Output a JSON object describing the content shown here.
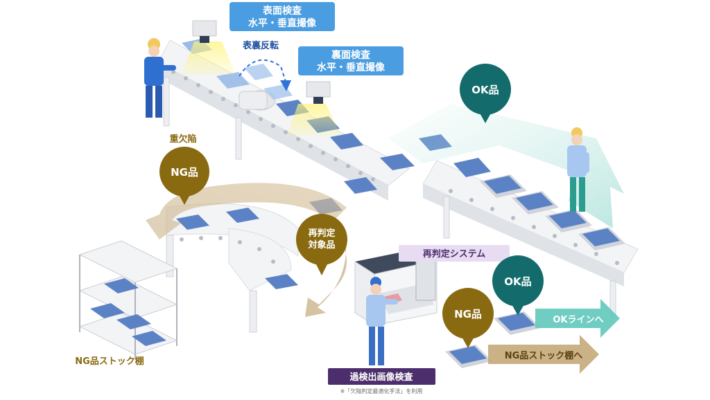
{
  "labels": {
    "front_inspection": [
      "表面検査",
      "水平・垂直撮像"
    ],
    "flip": "表裏反転",
    "back_inspection": [
      "裏面検査",
      "水平・垂直撮像"
    ],
    "ok_top": "OK品",
    "major_defect": "重欠陥",
    "ng_bubble": "NG品",
    "reinspect_target": [
      "再判定",
      "対象品"
    ],
    "reinspect_system": "再判定システム",
    "ok_bottom": "OK品",
    "ng_bottom": "NG品",
    "to_ok_line": "OKラインへ",
    "to_ng_rack": "NG品ストック棚へ",
    "ng_rack": "NG品ストック棚",
    "over_detect": "過検出画像検査",
    "footnote": "※「欠陥判定最適化手法」を利用"
  },
  "colors": {
    "blue_label": "#4a9de0",
    "teal": "#136c6b",
    "gold": "#8a6a10",
    "purple": "#4b2e6b",
    "lavender": "#e8dcf3",
    "tan_arrow": "#c4a979",
    "teal_arrow": "#7fd1c5",
    "product": "#5c82c6",
    "belt": "#f1f2f4"
  }
}
